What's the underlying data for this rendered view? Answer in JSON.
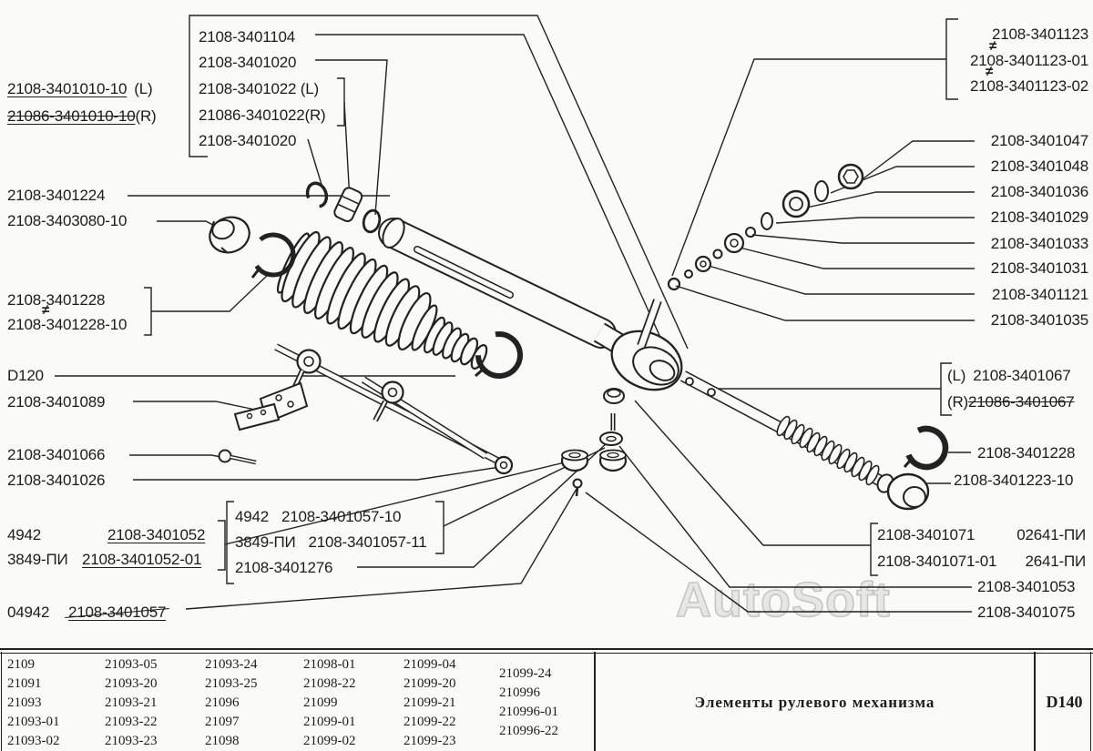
{
  "symbols": {
    "not_equal": "≠"
  },
  "watermark": {
    "text": "AutoSoft",
    "color": "#c6c6c2"
  },
  "colors": {
    "ink": "#1c1c1c",
    "background": "#fafaf8"
  },
  "part_labels": {
    "top_left": [
      {
        "code": "2108-3401010-10",
        "side": "(L)"
      },
      {
        "code": "21086-3401010-10",
        "side": "(R)"
      }
    ],
    "top_box": [
      "2108-3401104",
      "2108-3401020",
      "2108-3401022 (L)",
      "21086-3401022(R)",
      "2108-3401020"
    ],
    "top_right": [
      "2108-3401123",
      "2108-3401123-01",
      "2108-3401123-02"
    ],
    "right_column": [
      "2108-3401047",
      "2108-3401048",
      "2108-3401036",
      "2108-3401029",
      "2108-3401033",
      "2108-3401031",
      "2108-3401121",
      "2108-3401035"
    ],
    "left_column": [
      "2108-3401224",
      "2108-3403080-10",
      "2108-3401228",
      "2108-3401228-10",
      "D120",
      "2108-3401089",
      "2108-3401066",
      "2108-3401026"
    ],
    "mid_right": {
      "left_side": "(L)",
      "left_code": "2108-3401067",
      "right_side": "(R)",
      "right_code": "21086-3401067",
      "clamp_code": "2108-3401228",
      "cap_code": "2108-3401223-10"
    },
    "bottom_left": [
      {
        "prefix": "4942",
        "code": "2108-3401052"
      },
      {
        "prefix": "3849-ПИ",
        "code": "2108-3401052-01"
      },
      {
        "prefix": "04942",
        "code": "2108-3401057"
      }
    ],
    "bottom_center": [
      {
        "prefix": "4942",
        "code": "2108-3401057-10"
      },
      {
        "prefix": "3849-ПИ",
        "code": "2108-3401057-11"
      },
      {
        "prefix": "",
        "code": "2108-3401276"
      }
    ],
    "bottom_right": {
      "rows": [
        {
          "code": "2108-3401071",
          "note": "02641-ПИ"
        },
        {
          "code": "2108-3401071-01",
          "note": "2641-ПИ"
        }
      ],
      "line3": "2108-3401053",
      "line4": "2108-3401075"
    }
  },
  "footer": {
    "columns": [
      [
        "2109",
        "21091",
        "21093",
        "21093-01",
        "21093-02"
      ],
      [
        "21093-05",
        "21093-20",
        "21093-21",
        "21093-22",
        "21093-23"
      ],
      [
        "21093-24",
        "21093-25",
        "21096",
        "21097",
        "21098"
      ],
      [
        "21098-01",
        "21098-22",
        "21099",
        "21099-01",
        "21099-02"
      ],
      [
        "21099-04",
        "21099-20",
        "21099-21",
        "21099-22",
        "21099-23"
      ],
      [
        "21099-24",
        "210996",
        "210996-01",
        "210996-22"
      ]
    ],
    "caption": "Элементы рулевого механизма",
    "sheet_code": "D140"
  }
}
